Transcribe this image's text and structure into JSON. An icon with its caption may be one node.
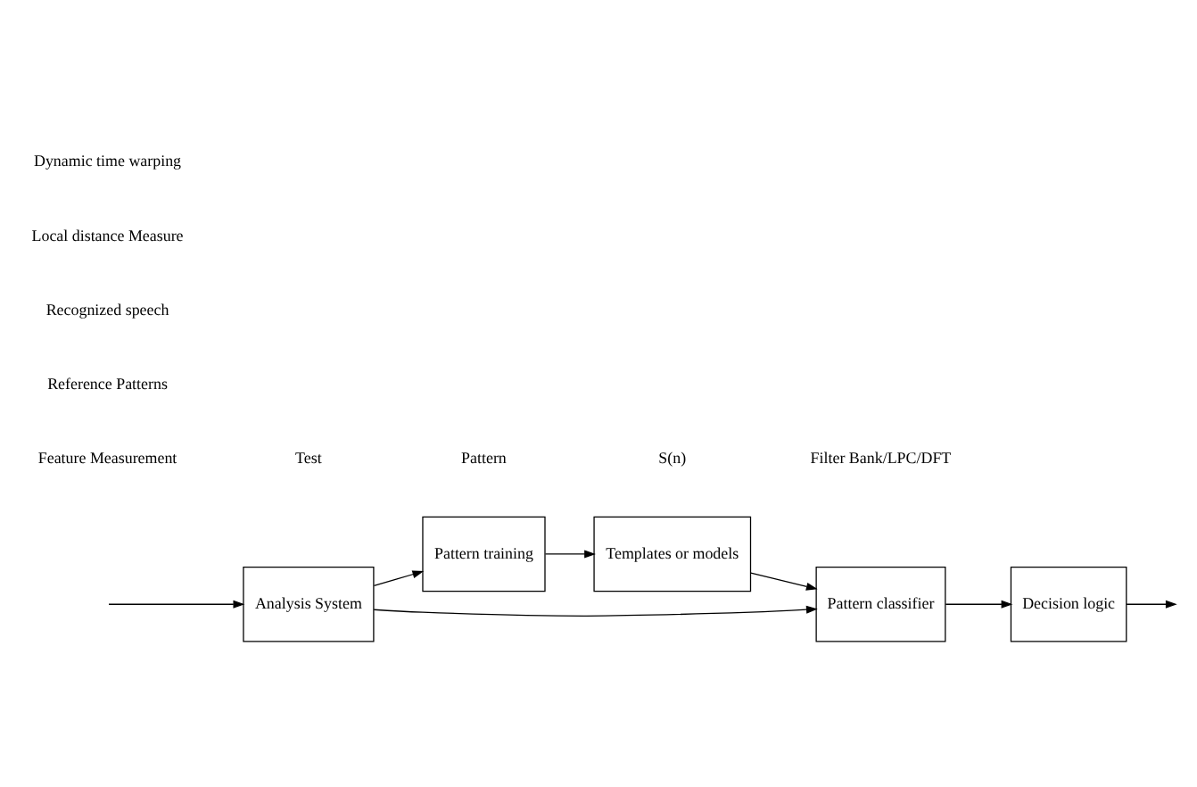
{
  "diagram": {
    "nodes": [
      {
        "text": [
          "Analysis System"
        ]
      },
      {
        "text": [
          "Pattern training"
        ]
      },
      {
        "text": [
          "Templates or models"
        ]
      },
      {
        "text": [
          "Pattern classifier"
        ]
      },
      {
        "text": [
          "Decision logic"
        ]
      }
    ],
    "edges": [
      {
        "from": null,
        "to": 0,
        "arrow": "to"
      },
      {
        "from": 0,
        "to": 1,
        "arrow": "to"
      },
      {
        "from": 0,
        "to": 3,
        "arrow": "to"
      },
      {
        "from": 1,
        "to": 2,
        "arrow": "to"
      },
      {
        "from": 2,
        "to": 3,
        "arrow": "to"
      },
      {
        "from": 3,
        "to": 4,
        "arrow": "to"
      },
      {
        "from": 4,
        "to": null,
        "arrow": "to"
      }
    ],
    "labels": [
      "Feature Measurement",
      "Test",
      "Pattern",
      "S(n)",
      "Filter Bank/LPC/DFT",
      "Reference Patterns",
      "Recognized speech",
      "Local distance Measure",
      "Dynamic time warping"
    ]
  }
}
